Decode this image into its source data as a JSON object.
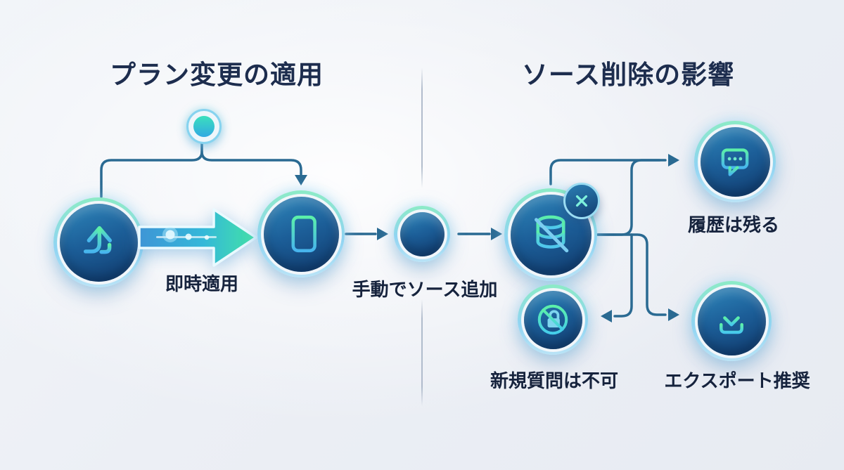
{
  "left_section": {
    "title": "プラン変更の適用",
    "arrow_label": "即時適用"
  },
  "right_section": {
    "title": "ソース削除の影響"
  },
  "nodes": {
    "plan_upgrade": {
      "icon": "upgrade-arrow-icon"
    },
    "notebook": {
      "icon": "notebook-icon"
    },
    "add_source": {
      "icon": "plus-icon",
      "label": "手動でソース追加"
    },
    "source_deleted": {
      "icon": "database-slash-icon",
      "badge_icon": "x-delete-icon"
    },
    "history": {
      "icon": "chat-bubble-icon",
      "label": "履歴は残る"
    },
    "no_new_questions": {
      "icon": "lock-prohibited-icon",
      "label": "新規質問は不可"
    },
    "export": {
      "icon": "download-icon",
      "label": "エクスポート推奨"
    }
  },
  "colors": {
    "accent_green": "#52e8a8",
    "accent_blue": "#3fb3e8",
    "node_fill_top": "#2f88bc",
    "node_fill_bottom": "#113c6f",
    "connector_line": "#2a6a92",
    "title_text": "#1d2d4e",
    "label_text": "#16233d",
    "background": "#eef1f6"
  }
}
